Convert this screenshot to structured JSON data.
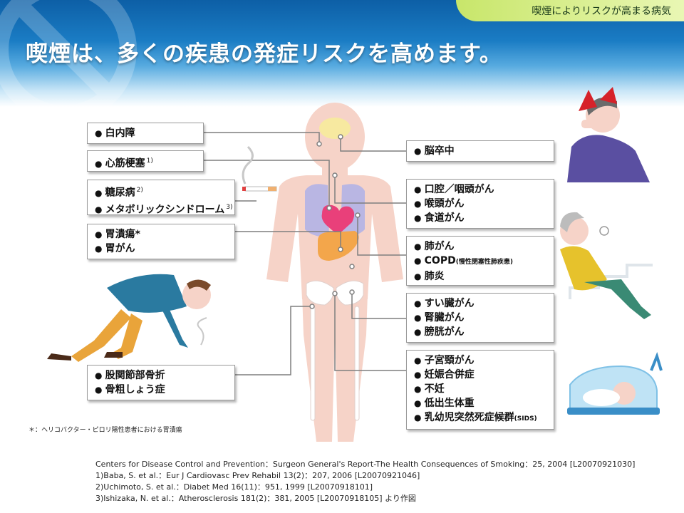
{
  "header": {
    "tag": "喫煙によりリスクが高まる病気",
    "title": "喫煙は、多くの疾患の発症リスクを高めます。"
  },
  "left_boxes": {
    "cataract": {
      "label": "白内障"
    },
    "mi": {
      "label": "心筋梗塞",
      "sup": "1)"
    },
    "metabolic": {
      "diabetes": {
        "label": "糖尿病",
        "sup": "2)"
      },
      "metabolic_syndrome": {
        "label": "メタボリックシンドローム",
        "sup": "3)"
      }
    },
    "stomach": {
      "ulcer": "胃潰瘍*",
      "cancer": "胃がん"
    },
    "bone": {
      "hip_fracture": "股関節部骨折",
      "osteoporosis": "骨粗しょう症"
    }
  },
  "right_boxes": {
    "stroke": {
      "label": "脳卒中"
    },
    "head_neck": {
      "oral": "口腔／咽頭がん",
      "larynx": "喉頭がん",
      "esophagus": "食道がん"
    },
    "lung": {
      "lung_cancer": "肺がん",
      "copd": "COPD",
      "copd_note": "(慢性閉塞性肺疾患)",
      "pneumonia": "肺炎"
    },
    "abdomen": {
      "pancreas": "すい臓がん",
      "kidney": "腎臓がん",
      "bladder": "膀胱がん"
    },
    "reproductive": {
      "cervical": "子宮頸がん",
      "pregnancy": "妊娠合併症",
      "infertility": "不妊",
      "low_birth_weight": "低出生体重",
      "sids": "乳幼児突然死症候群",
      "sids_note": "(SIDS)"
    }
  },
  "footnote": "＊：ヘリコバクター・ピロリ陽性患者における胃潰瘍",
  "references": [
    "Centers for Disease Control and Prevention：Surgeon General's Report-The Health Consequences of Smoking：25, 2004 [L20070921030]",
    "1)Baba, S. et al.：Eur J Cardiovasc Prev Rehabil 13(2)：207, 2006 [L20070921046]",
    "2)Uchimoto, S. et al.：Diabet Med 16(11)：951, 1999 [L20070918101]",
    "3)Ishizaka, N. et al.：Atherosclerosis 181(2)：381, 2005 [L20070918105] より作図"
  ],
  "colors": {
    "header_dark": "#0d5fa6",
    "tag_green": "#c8e66a",
    "body_silhouette": "#f6d3c8",
    "connector": "#7f7f7f",
    "brain": "#f7e9a0",
    "lungs": "#b9b6e3",
    "heart": "#e9407a",
    "stomach": "#f3a64b"
  },
  "icons": [
    "prohibition-icon",
    "headache-man-icon",
    "smoker-coughing-icon",
    "elderly-breathless-icon",
    "infant-incubator-icon",
    "cigarette-icon"
  ]
}
